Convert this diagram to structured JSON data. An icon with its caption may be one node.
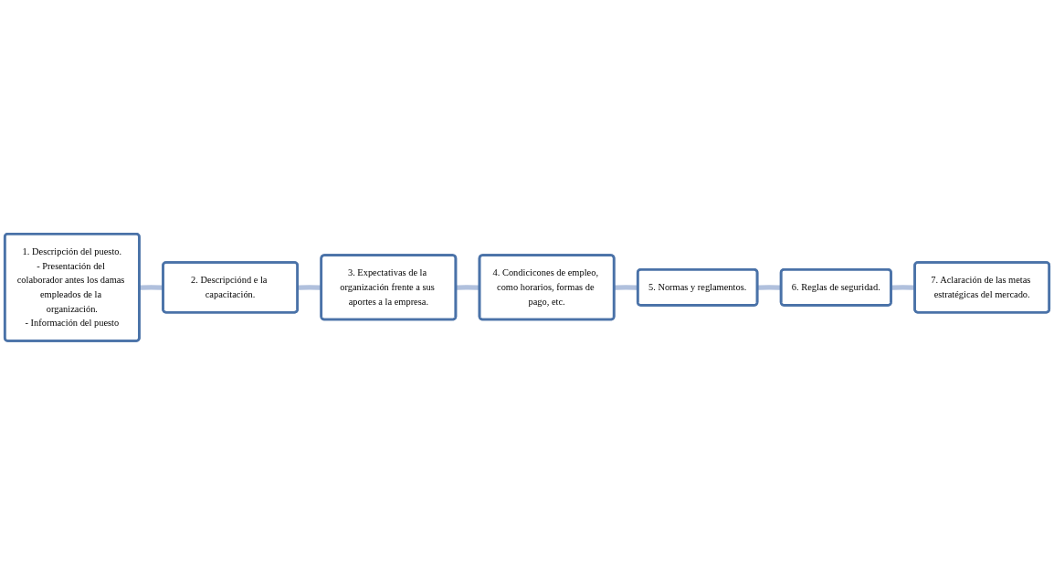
{
  "diagram": {
    "nodes": [
      {
        "text": [
          "1. Descripción del puesto.",
          "- Presentación del colaborador antes los damas empleados de la organización.",
          "- Información del puesto"
        ]
      },
      {
        "text": [
          "2. Descripciónd e la capacitación."
        ]
      },
      {
        "text": [
          "3. Expectativas de la organización frente a sus aportes a la empresa."
        ]
      },
      {
        "text": [
          "4. Condicicones de empleo, como horarios, formas de pago, etc."
        ]
      },
      {
        "text": [
          "5. Normas y reglamentos."
        ]
      },
      {
        "text": [
          "6. Reglas de seguridad."
        ]
      },
      {
        "text": [
          "7. Aclaración de las metas estratégicas del mercado."
        ]
      }
    ],
    "edges": [
      {
        "from": 0,
        "to": 1,
        "arrow": "none"
      },
      {
        "from": 1,
        "to": 2,
        "arrow": "none"
      },
      {
        "from": 2,
        "to": 3,
        "arrow": "none"
      },
      {
        "from": 3,
        "to": 4,
        "arrow": "none"
      },
      {
        "from": 4,
        "to": 5,
        "arrow": "none"
      },
      {
        "from": 5,
        "to": 6,
        "arrow": "none"
      }
    ]
  }
}
